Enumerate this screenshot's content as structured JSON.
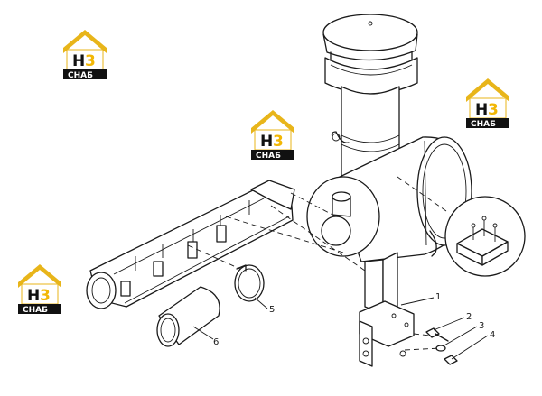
{
  "watermark": {
    "brand": "H",
    "brand_accent": "3",
    "caption": "СНАБ",
    "colors": {
      "roof": "#e8b51a",
      "body": "#111111",
      "accent": "#f2b705",
      "text": "#ffffff"
    }
  },
  "callouts": [
    "1",
    "2",
    "3",
    "4",
    "5",
    "6"
  ]
}
